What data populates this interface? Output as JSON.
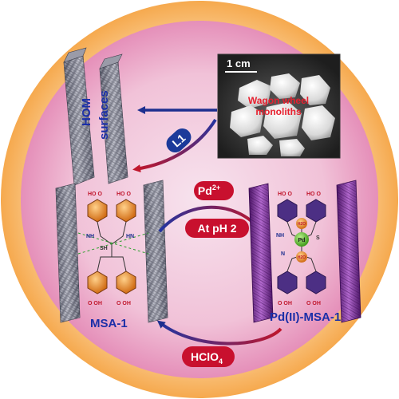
{
  "photo": {
    "scale_bar": "1 cm",
    "caption_line1": "Wagon wheel",
    "caption_line2": "monoliths"
  },
  "labels": {
    "hom": "HOM",
    "surfaces": "surfaces",
    "l1": "L1",
    "pd2": "Pd",
    "pd2_sup": "2+",
    "ph": "At pH 2",
    "msa1": "MSA-1",
    "pdmsa1": "Pd(II)-MSA-1",
    "hclo4_main": "HClO",
    "hclo4_sub": "4",
    "pd_center": "Pd"
  },
  "molecule_text": {
    "ho_o": "HO O",
    "nh": "NH",
    "sh": "SH",
    "hn": "HN",
    "s": "S",
    "n": "N",
    "o_oh": "O OH",
    "h2o": "H2O"
  },
  "colors": {
    "halo_outer": "#f6a94e",
    "halo_mid": "#f9c98a",
    "disk_center": "#f5d7e6",
    "disk_edge": "#e89ac0",
    "pill_red": "#c8102e",
    "pill_blue": "#1b3a9a",
    "arrow_red": "#c0162c",
    "arrow_blue": "#1d2f8f",
    "silica_grey": "#7d7f8e",
    "silica_purple": "#8a36a8",
    "ring_orange": "#c2672d",
    "ring_purple": "#4c2f84"
  }
}
